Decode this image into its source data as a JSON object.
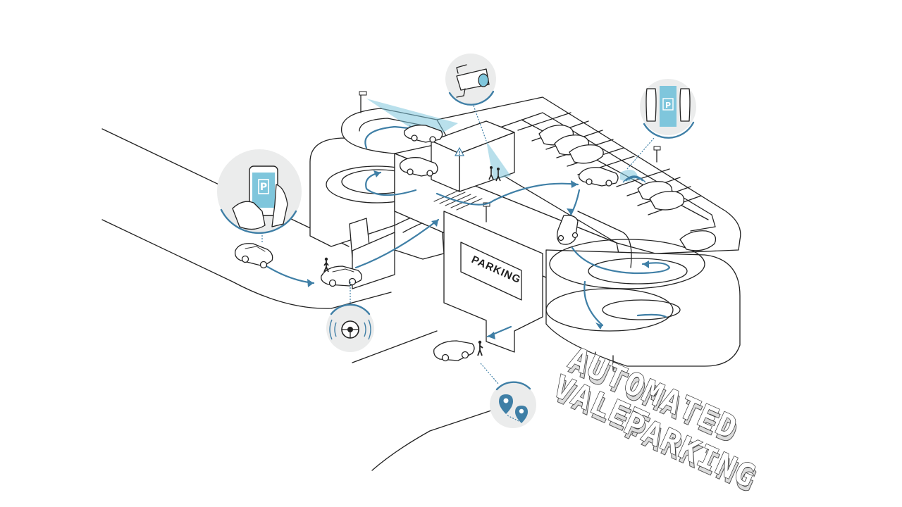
{
  "diagram": {
    "title_line1": "AUTOMATED",
    "title_line2": "VALET",
    "title_line3": "PARKING",
    "sign_label": "PARKING",
    "phone_app_letter": "P",
    "bay_marker_letter": "P",
    "warning_glyph": "!",
    "colors": {
      "accent": "#3f7fa6",
      "accent_light": "#7fc6dc",
      "badge": "#ebecec",
      "line": "#222222"
    },
    "badges": [
      {
        "name": "smartphone-app-badge",
        "icon": "smartphone-icon"
      },
      {
        "name": "cctv-camera-badge",
        "icon": "security-camera-icon"
      },
      {
        "name": "parking-bay-badge",
        "icon": "parked-cars-icon"
      },
      {
        "name": "steering-wheel-badge",
        "icon": "steering-wheel-icon"
      },
      {
        "name": "location-pin-badge",
        "icon": "map-pin-icon"
      }
    ]
  }
}
